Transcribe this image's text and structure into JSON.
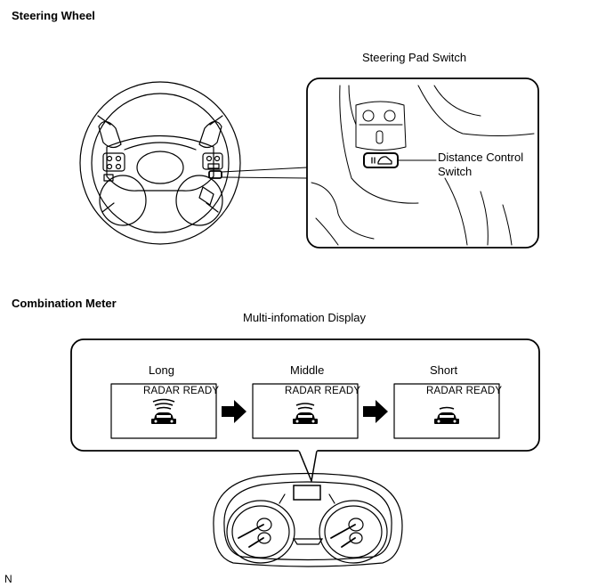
{
  "sections": {
    "steering_wheel": {
      "title": "Steering Wheel"
    },
    "combination_meter": {
      "title": "Combination Meter"
    }
  },
  "callouts": {
    "steering_pad_switch": "Steering Pad Switch",
    "distance_control_switch_line1": "Distance Control",
    "distance_control_switch_line2": "Switch",
    "multi_information_display": "Multi-infomation Display"
  },
  "displays": [
    {
      "setting": "Long",
      "status": "RADAR READY",
      "bars": 3
    },
    {
      "setting": "Middle",
      "status": "RADAR READY",
      "bars": 2
    },
    {
      "setting": "Short",
      "status": "RADAR READY",
      "bars": 1
    }
  ],
  "footer": {
    "code": "N"
  },
  "icons": [
    "steering-wheel-drawing",
    "car-radar-icon",
    "right-arrow-icon",
    "instrument-cluster-drawing"
  ]
}
